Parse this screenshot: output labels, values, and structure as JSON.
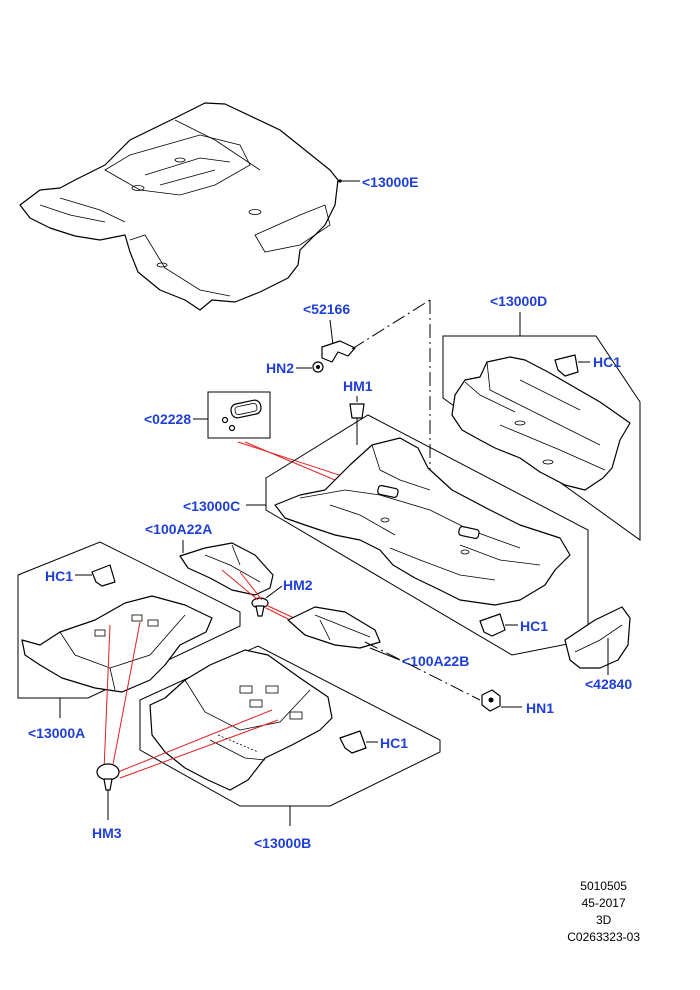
{
  "labels": {
    "l_13000E": "<13000E",
    "l_52166": "<52166",
    "l_13000D": "<13000D",
    "l_HN2": "HN2",
    "l_HM1": "HM1",
    "l_HC1_top": "HC1",
    "l_02228": "<02228",
    "l_13000C": "<13000C",
    "l_100A22A": "<100A22A",
    "l_HC1_left": "HC1",
    "l_HM2": "HM2",
    "l_HC1_mid": "HC1",
    "l_100A22B": "<100A22B",
    "l_42840": "<42840",
    "l_HN1": "HN1",
    "l_13000A": "<13000A",
    "l_HC1_bottom": "HC1",
    "l_HM3": "HM3",
    "l_13000B": "<13000B"
  },
  "footer": {
    "line1": "5010505",
    "line2": "45-2017",
    "line3": "3D",
    "line4": "C0263323-03"
  }
}
